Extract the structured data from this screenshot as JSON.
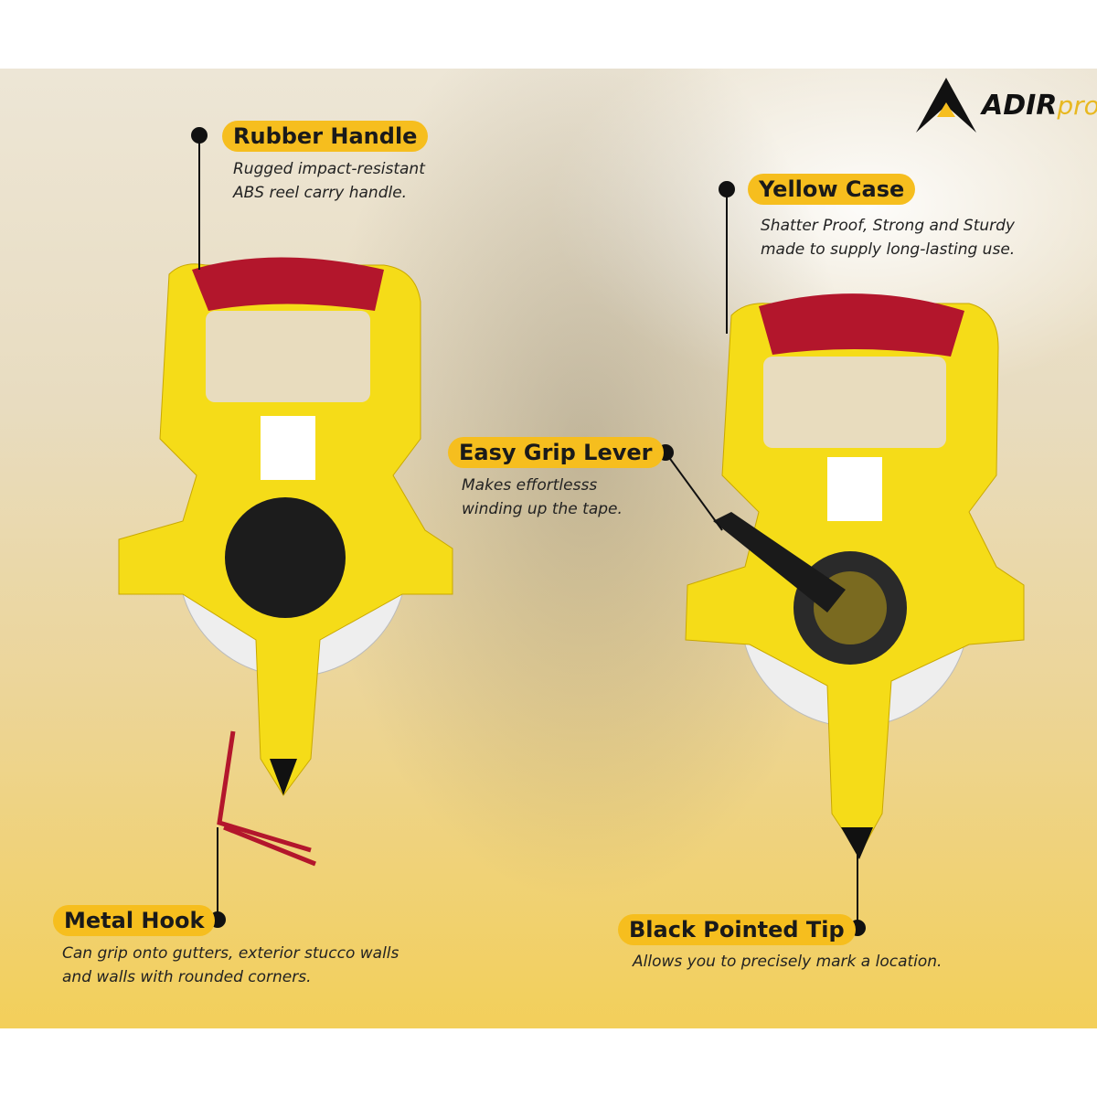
{
  "brand": {
    "name": "ADIR",
    "suffix": "pro",
    "accent": "#f6be1e"
  },
  "callouts": [
    {
      "title": "Rubber Handle",
      "lines": [
        "Rugged impact-resistant",
        "ABS reel carry handle."
      ]
    },
    {
      "title": "Yellow Case",
      "lines": [
        "Shatter Proof, Strong and Sturdy",
        "made to supply long-lasting use."
      ]
    },
    {
      "title": "Easy Grip Lever",
      "lines": [
        "Makes effortlesss",
        "winding up the tape."
      ]
    },
    {
      "title": "Metal Hook",
      "lines": [
        "Can grip onto gutters, exterior stucco walls",
        "and walls with rounded corners."
      ]
    },
    {
      "title": "Black Pointed Tip",
      "lines": [
        "Allows you to precisely mark a location."
      ]
    }
  ]
}
